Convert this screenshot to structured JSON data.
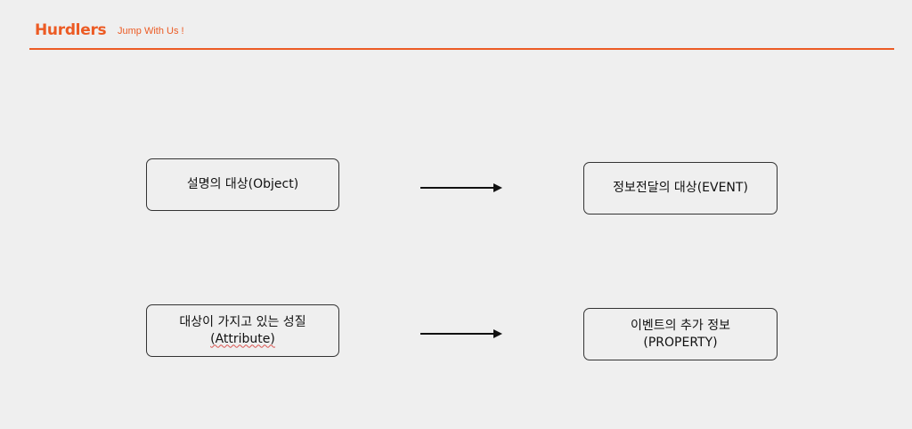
{
  "header": {
    "brand": "Hurdlers",
    "tagline": "Jump With Us !"
  },
  "diagram": {
    "left": [
      {
        "lines": [
          "설명의 대상(Object)"
        ]
      },
      {
        "line1": "대상이 가지고 있는 성질",
        "line2": "(Attribute)"
      }
    ],
    "right": [
      {
        "lines": [
          "정보전달의 대상(EVENT)"
        ]
      },
      {
        "line1": "이벤트의 추가 정보",
        "line2": "(PROPERTY)"
      }
    ]
  },
  "colors": {
    "accent": "#ec5b24",
    "background": "#efefef",
    "border": "#333333"
  },
  "icons": {
    "arrow": "arrow-right-icon"
  }
}
